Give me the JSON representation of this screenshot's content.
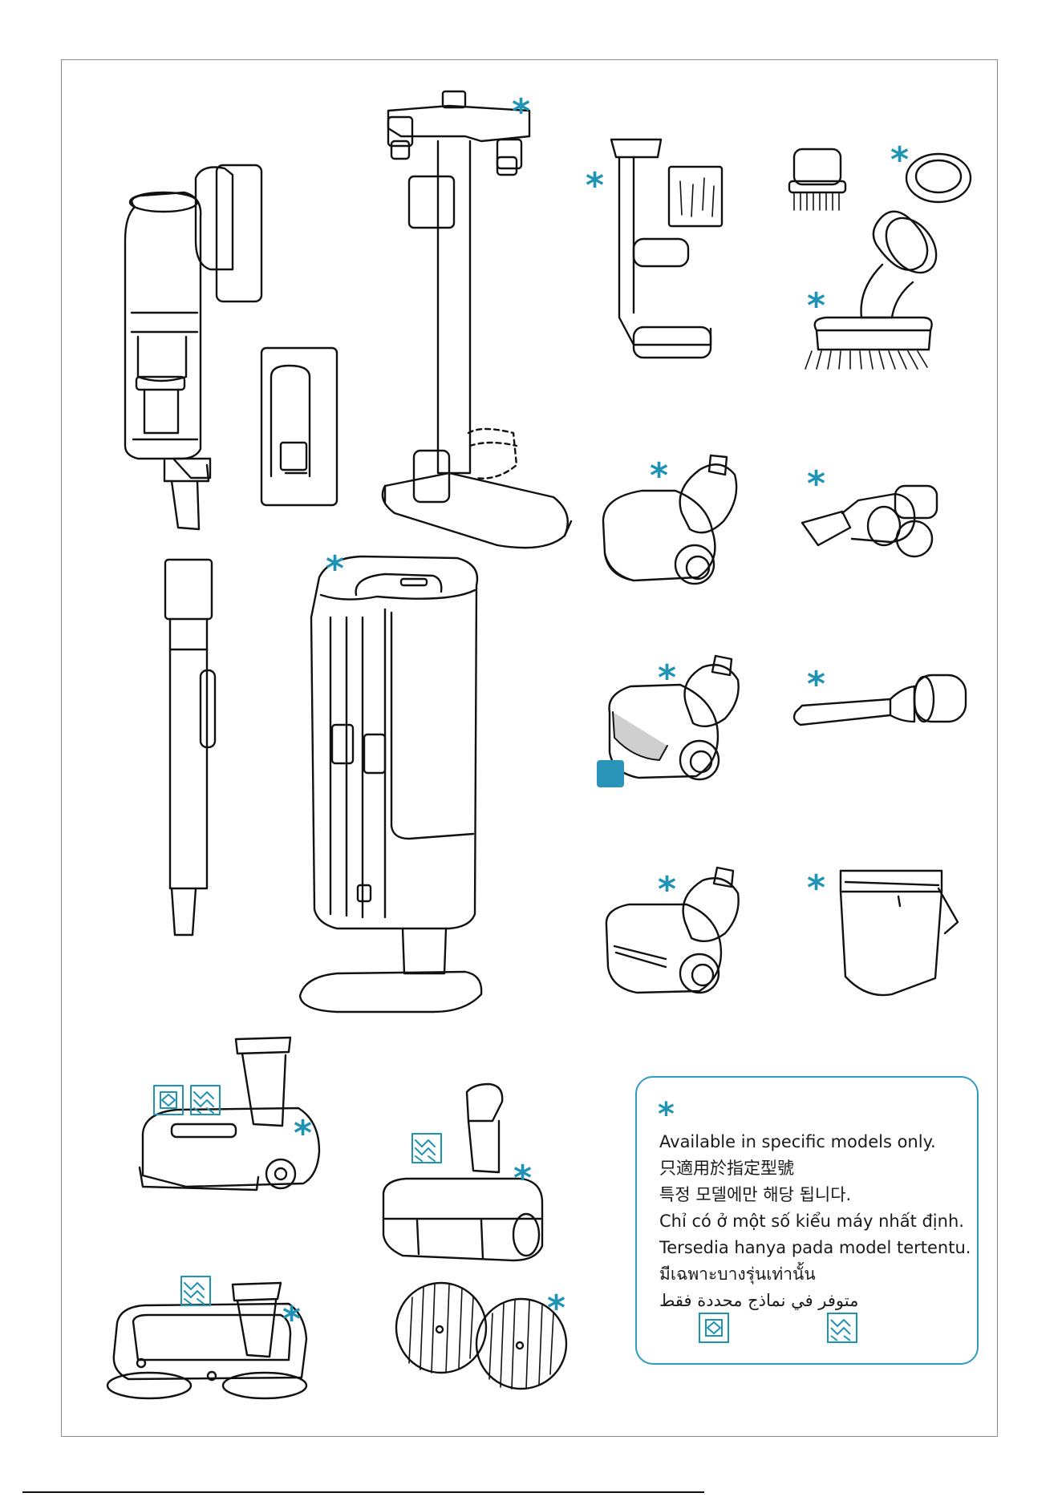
{
  "legend": {
    "star_symbol": "*",
    "lines": [
      "Available in specific models only.",
      "只適用於指定型號",
      "특정 모델에만 해당 됩니다.",
      "Chỉ có ở một số kiểu máy nhất định.",
      "Tersedia hanya pada model tertentu.",
      "มีเฉพาะบางรุ่นเท่านั้น",
      "متوفر في نماذج محددة فقط"
    ],
    "icons": [
      "dry-pad-icon",
      "wet-pad-icon"
    ]
  },
  "star_marker": "*",
  "accent_color": "#1f93b5",
  "line_color": "#111111",
  "parts": [
    "handheld-vacuum-body",
    "wall-mount-bracket",
    "floor-stand",
    "wall-tool-holder",
    "small-dusting-brush",
    "filter-cap",
    "combination-brush",
    "mini-motorized-tool",
    "crevice-tool-short",
    "pet-tool",
    "crevice-tool-long",
    "extension-tube",
    "clean-station",
    "turbo-pet-tool",
    "dust-bag",
    "wet-dry-floor-head",
    "turbo-floor-brush",
    "spin-mop-head",
    "mop-pads"
  ]
}
